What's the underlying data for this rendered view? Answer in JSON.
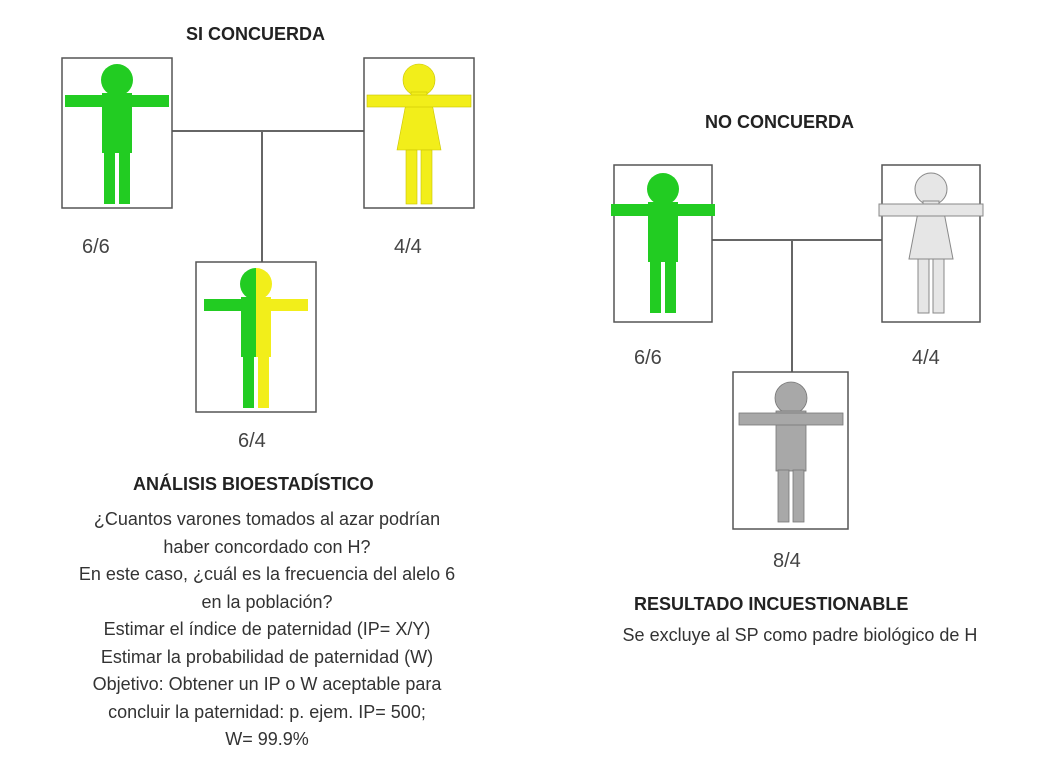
{
  "left_panel": {
    "title": "SI CONCUERDA",
    "father_genotype": "6/6",
    "mother_genotype": "4/4",
    "child_genotype": "6/4"
  },
  "right_panel": {
    "title": "NO CONCUERDA",
    "father_genotype": "6/6",
    "mother_genotype": "4/4",
    "child_genotype": "8/4"
  },
  "analysis": {
    "heading": "ANÁLISIS BIOESTADÍSTICO",
    "lines": [
      "¿Cuantos varones tomados al azar podrían",
      "haber concordado con H?",
      "En este caso, ¿cuál es la frecuencia del alelo 6",
      "en la población?",
      "Estimar el índice de paternidad (IP= X/Y)",
      "Estimar la probabilidad de paternidad (W)",
      "Objetivo: Obtener un IP o W aceptable para",
      "concluir la paternidad: p. ejem. IP= 500;",
      "W= 99.9%"
    ]
  },
  "result": {
    "heading": "RESULTADO INCUESTIONABLE",
    "text": "Se excluye al SP como padre biológico de H"
  },
  "colors": {
    "green": "#22cc22",
    "yellow": "#f2ee1a",
    "light_gray": "#e0e0e0",
    "gray": "#a8a8a8",
    "line": "#666666"
  }
}
